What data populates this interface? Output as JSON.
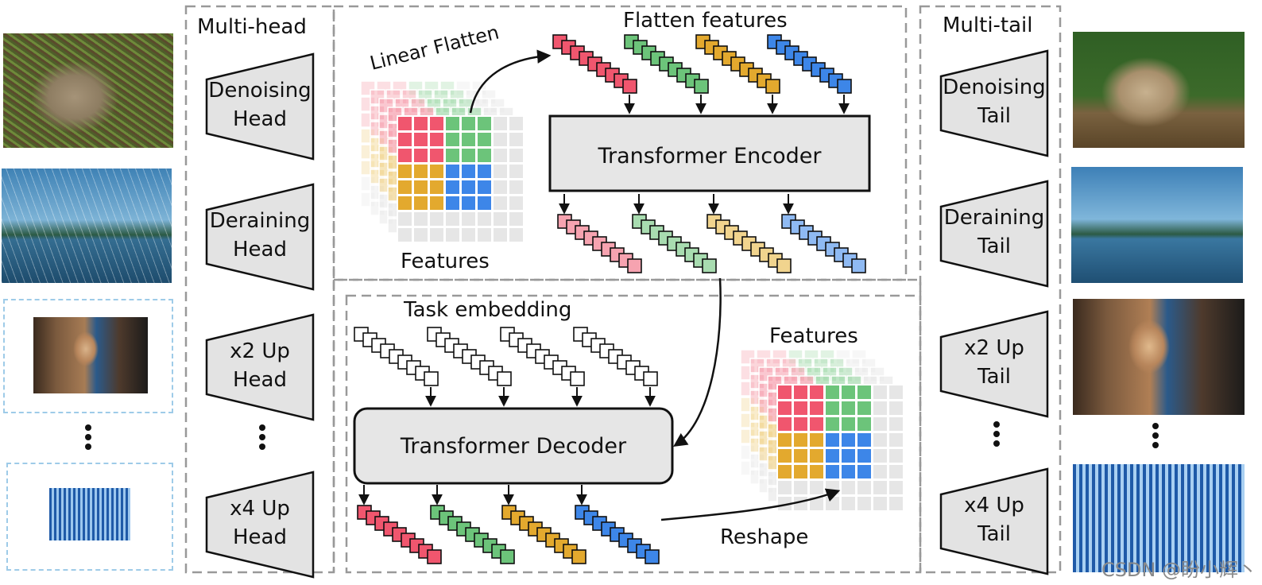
{
  "labels": {
    "multi_head": "Multi-head",
    "multi_tail": "Multi-tail",
    "linear_flatten": "Linear Flatten",
    "flatten_features": "Flatten features",
    "features_top": "Features",
    "features_bottom": "Features",
    "task_embedding": "Task embedding",
    "reshape": "Reshape",
    "transformer_encoder": "Transformer Encoder",
    "transformer_decoder": "Transformer Decoder"
  },
  "heads": [
    {
      "line1": "Denoising",
      "line2": "Head"
    },
    {
      "line1": "Deraining",
      "line2": "Head"
    },
    {
      "line1": "x2 Up",
      "line2": "Head"
    },
    {
      "line1": "x4 Up",
      "line2": "Head"
    }
  ],
  "tails": [
    {
      "line1": "Denoising",
      "line2": "Tail"
    },
    {
      "line1": "Deraining",
      "line2": "Tail"
    },
    {
      "line1": "x2 Up",
      "line2": "Tail"
    },
    {
      "line1": "x4 Up",
      "line2": "Tail"
    }
  ],
  "images_left": [
    "noisy bird image",
    "rainy bridge image",
    "low-res face tower image",
    "low-res skyscraper image"
  ],
  "images_right": [
    "denoised bird image",
    "derained bridge image",
    "upscaled face tower image",
    "upscaled skyscraper image"
  ],
  "watermark": "CSDN @盼小辉丶",
  "colors": {
    "red": "#f0566e",
    "green": "#6cc47a",
    "yellow": "#e3a92e",
    "blue": "#3d86e8",
    "red_light": "#f6a3b0",
    "green_light": "#a8dcb0",
    "yellow_light": "#f1d48e",
    "blue_light": "#8fbaf3",
    "block_gray": "#e6e6e6",
    "dash_gray": "#999999"
  }
}
